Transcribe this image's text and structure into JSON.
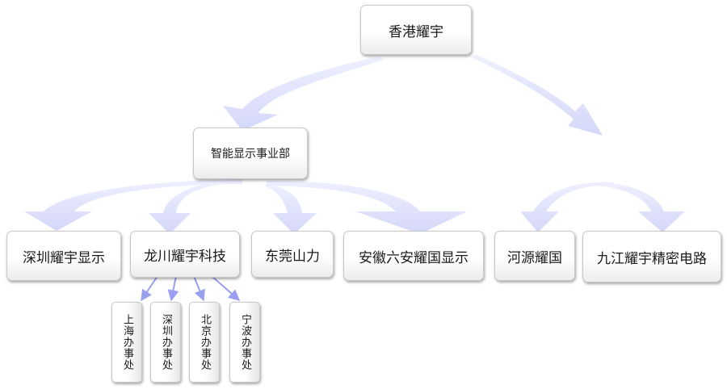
{
  "root": {
    "label": "香港耀宇"
  },
  "division": {
    "label": "智能显示事业部"
  },
  "division_children": [
    {
      "label": "深圳耀宇显示"
    },
    {
      "label": "龙川耀宇科技"
    },
    {
      "label": "东莞山力"
    },
    {
      "label": "安徽六安耀国显示"
    }
  ],
  "right_children": [
    {
      "label": "河源耀国"
    },
    {
      "label": "九江耀宇精密电路"
    }
  ],
  "offices": [
    {
      "label": "上海办事处"
    },
    {
      "label": "深圳办事处"
    },
    {
      "label": "北京办事处"
    },
    {
      "label": "宁波办事处"
    }
  ],
  "colors": {
    "arrow_fill": "#dfe1fb",
    "connector": "#9a9ff0",
    "node_border": "#c8c8c8"
  }
}
